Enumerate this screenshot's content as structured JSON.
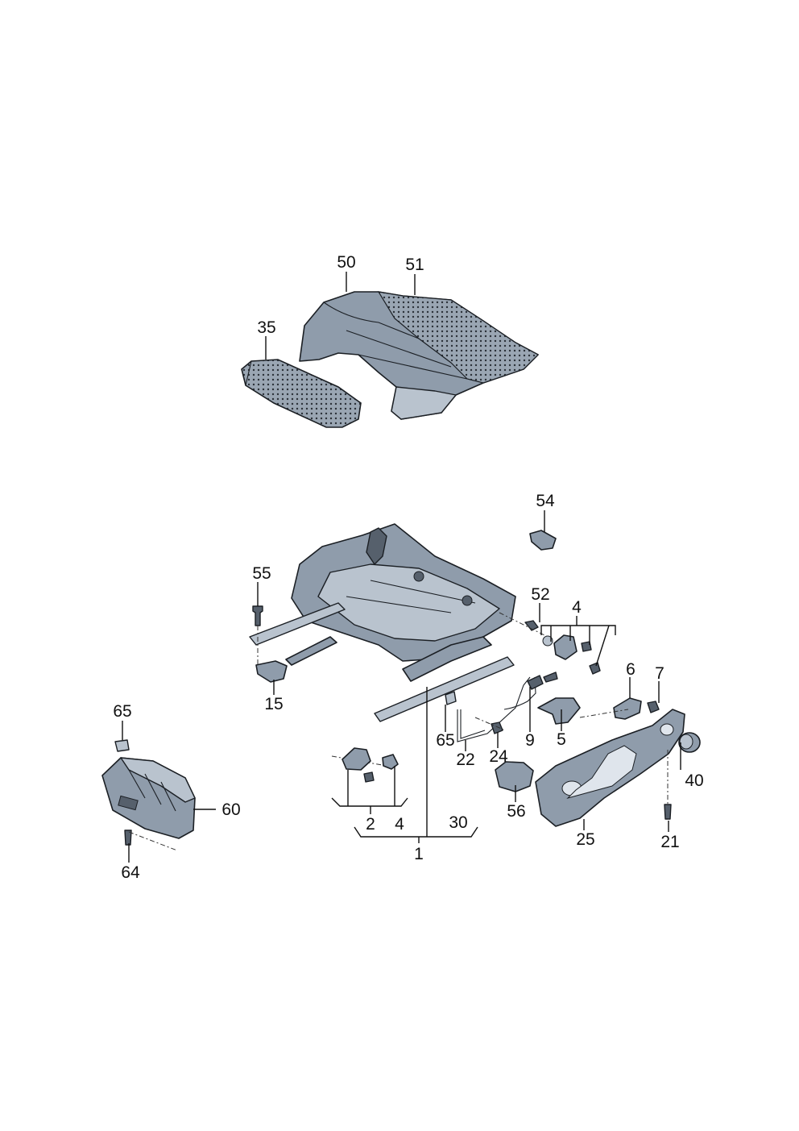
{
  "callouts": {
    "c50": "50",
    "c51": "51",
    "c35": "35",
    "c54": "54",
    "c55": "55",
    "c52": "52",
    "c4a": "4",
    "c6": "6",
    "c7": "7",
    "c15": "15",
    "c65a": "65",
    "c60": "60",
    "c64": "64",
    "c65b": "65",
    "c22": "22",
    "c24": "24",
    "c9": "9",
    "c5": "5",
    "c40": "40",
    "c56": "56",
    "c2": "2",
    "c4b": "4",
    "c30": "30",
    "c1": "1",
    "c25": "25",
    "c21": "21"
  },
  "colors": {
    "part_fill": "#8f9cab",
    "part_light": "#b9c3ce",
    "part_dark": "#56606c",
    "outline": "#1b1f24"
  }
}
